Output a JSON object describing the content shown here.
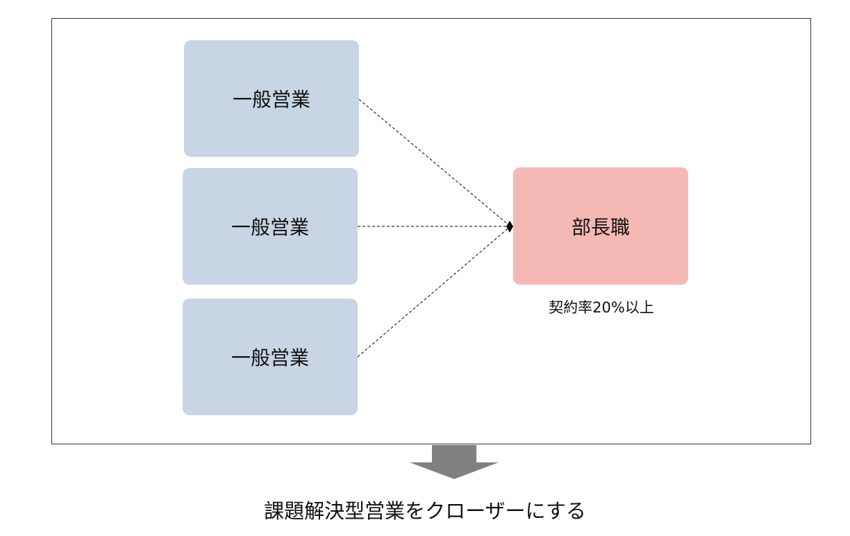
{
  "diagram": {
    "general_sales_boxes": [
      {
        "label": "一般営業"
      },
      {
        "label": "一般営業"
      },
      {
        "label": "一般営業"
      }
    ],
    "manager_box": {
      "label": "部長職",
      "caption": "契約率20%以上"
    },
    "conclusion": "課題解決型営業をクローザーにする",
    "colors": {
      "general_box_fill": "#c8d5e4",
      "manager_box_fill": "#f5b9b5",
      "arrow_fill": "#808080",
      "connector_stroke": "#000000"
    }
  }
}
